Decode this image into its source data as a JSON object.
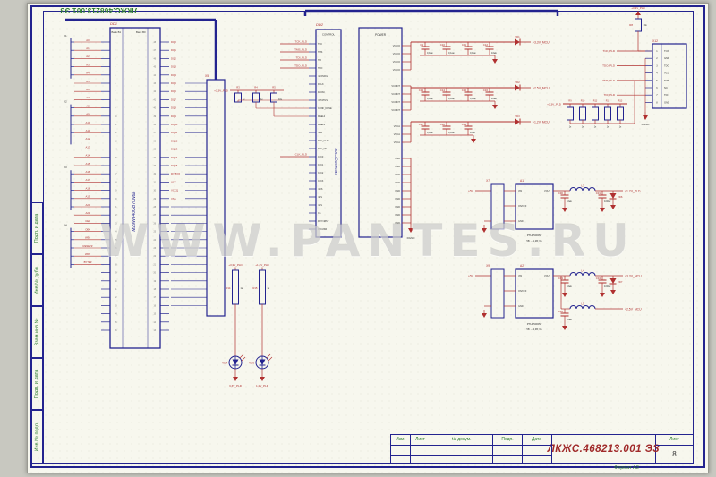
{
  "colors": {
    "navy": "#23238f",
    "red": "#b03030",
    "black": "#333333",
    "green": "#2f7d32"
  },
  "net_gnd": "DGND",
  "frame": {
    "corner_number": "ЛКЖС.468213.001 ЭЗ",
    "watermark": "WWW.PANTES.RU",
    "format_note": "Формат А3",
    "side_labels": [
      "Подп. и дата",
      "Инв.№ дубл.",
      "Взам.инв.№",
      "Подп. и дата",
      "Инв.№ подл."
    ],
    "title_block": {
      "doc_number": "ЛКЖС.468213.001 ЭЗ",
      "columns": [
        "Изм.",
        "Лист",
        "№ докум.",
        "Подп.",
        "Дата"
      ],
      "sheet_label": "Лист",
      "sheet_value": "8"
    }
  },
  "left_connectors": {
    "refs": [
      "X1",
      "X2",
      "X3",
      "X4"
    ]
  },
  "flash": {
    "ref": "DD1",
    "part": "M29W640GB70N6E",
    "banks": [
      "Bank B1",
      "Bank B0"
    ],
    "left_pins": [
      "A0",
      "A1",
      "A2",
      "A3",
      "A4",
      "A5",
      "A6",
      "A7",
      "A8",
      "A9",
      "A10",
      "A11",
      "A12",
      "A13",
      "A14",
      "A15",
      "A16",
      "A17",
      "A18",
      "A19",
      "A20",
      "A21",
      "CE#",
      "OE#",
      "WE#",
      "RESET#",
      "WP#",
      "BYTE#"
    ],
    "right_pins": [
      "DQ0",
      "DQ1",
      "DQ2",
      "DQ3",
      "DQ4",
      "DQ5",
      "DQ6",
      "DQ7",
      "DQ8",
      "DQ9",
      "DQ10",
      "DQ11",
      "DQ12",
      "DQ13",
      "DQ14",
      "DQ15",
      "RY/BY#",
      "VCC",
      "VCCQ",
      "VSS"
    ]
  },
  "bus_block": {
    "ref": "X5"
  },
  "fpga": {
    "ref": "DD2",
    "part": "EP1K50QC208",
    "sections": [
      "CONTROL",
      "POWER"
    ],
    "left_pins": [
      "TCK",
      "TMS",
      "TDI",
      "TDO",
      "nCONFIG",
      "DCLK",
      "DATA0",
      "nSTATUS",
      "CONF_DONE",
      "MSEL0",
      "MSEL1",
      "nCE",
      "DEV_CLRn",
      "DEV_OE",
      "CLK0",
      "CLK1",
      "CLK2",
      "CLK3",
      "nWS",
      "nRS",
      "nCS",
      "CS",
      "RDY/nBSY",
      "CLKUSR"
    ],
    "left_nets": [
      {
        "row": 0,
        "net": "TCK_PLD"
      },
      {
        "row": 1,
        "net": "TMS_PLD"
      },
      {
        "row": 2,
        "net": "TDI_PLD"
      },
      {
        "row": 3,
        "net": "TDO_PLD"
      },
      {
        "row": 14,
        "net": "CLK_PLD"
      }
    ],
    "power_names": {
      "io": "VCCIO",
      "core": "VCCINT",
      "aux": "VCCA",
      "gnd": "GND"
    }
  },
  "config_pullups": {
    "net": "+3,3V_PLD",
    "items": [
      {
        "ref": "R3",
        "val": "1к"
      },
      {
        "ref": "R4",
        "val": "1к"
      },
      {
        "ref": "R5",
        "val": "10к"
      }
    ]
  },
  "cap_banks": [
    {
      "net": "+3,3V_MCU",
      "diode": "VD1",
      "caps": [
        {
          "ref": "C9",
          "val": "0,1мк"
        },
        {
          "ref": "C10",
          "val": "0,1мк"
        },
        {
          "ref": "C11",
          "val": "0,1мк"
        },
        {
          "ref": "C12",
          "val": "10мк"
        }
      ]
    },
    {
      "net": "+2,5V_MCU",
      "diode": "VD2",
      "caps": [
        {
          "ref": "C13",
          "val": "0,1мк"
        },
        {
          "ref": "C14",
          "val": "0,1мк"
        },
        {
          "ref": "C15",
          "val": "0,1мк"
        },
        {
          "ref": "C16",
          "val": "10мк"
        }
      ]
    },
    {
      "net": "+1,2V_MCU",
      "diode": "VD3",
      "caps": [
        {
          "ref": "C17",
          "val": "0,1мк"
        },
        {
          "ref": "C18",
          "val": "0,1мк"
        },
        {
          "ref": "C19",
          "val": "10мк"
        }
      ]
    }
  ],
  "jtag": {
    "net_top": "+3,3V_PLD",
    "pull_res": {
      "ref": "R8",
      "val": "10к"
    },
    "conn_ref": "X12",
    "pins": [
      {
        "n": "1",
        "name": "TCK"
      },
      {
        "n": "2",
        "name": "GND"
      },
      {
        "n": "3",
        "name": "TDO"
      },
      {
        "n": "4",
        "name": "VCC"
      },
      {
        "n": "5",
        "name": "TMS"
      },
      {
        "n": "6",
        "name": "NC"
      },
      {
        "n": "7",
        "name": "TDI"
      },
      {
        "n": "8",
        "name": "GND"
      }
    ],
    "wire_nets": [
      "TCK_PLD",
      "TDO_PLD",
      "TMS_PLD",
      "TDI_PLD"
    ]
  },
  "jtag_pullups": {
    "net": "+3,3V_PLD",
    "val": "1к",
    "refs": [
      "R9",
      "R10",
      "R11",
      "R12",
      "R13"
    ]
  },
  "dcdc": [
    {
      "in_net": "+5V",
      "conn": "X7",
      "ref": "A1",
      "part": "PTH05000W",
      "caption": "5В → 1,2В; 6А",
      "pins_left": [
        "VIN",
        "ON/OFF",
        "GND"
      ],
      "pin_out": "VOUT",
      "rows": [
        {
          "coil": "L3",
          "caps": [
            {
              "ref": "C30",
              "val": "10мк"
            },
            {
              "ref": "C31",
              "val": "100мк"
            }
          ],
          "diode": "VD6",
          "net": "+1,2V_PLD"
        }
      ]
    },
    {
      "in_net": "+5V",
      "conn": "X9",
      "ref": "A2",
      "part": "PTH05000W",
      "caption": "5В → 3,3В; 6А",
      "pins_left": [
        "VIN",
        "ON/OFF",
        "GND"
      ],
      "pin_out": "VOUT",
      "rows": [
        {
          "coil": "L4",
          "caps": [
            {
              "ref": "C33",
              "val": "10мк"
            },
            {
              "ref": "C34",
              "val": "100мк"
            }
          ],
          "diode": "VD7",
          "net": "+3,3V_MCU"
        },
        {
          "coil": "L5",
          "caps": [
            {
              "ref": "C36",
              "val": "10мк"
            }
          ],
          "diode": null,
          "net": "+2,5V_MCU"
        }
      ]
    }
  ],
  "leds": [
    {
      "res_ref": "R14",
      "res_val": "1к",
      "led_ref": "VD4",
      "top_net": "+3,3V_PLD",
      "bottom_label": "3,3V_PLD"
    },
    {
      "res_ref": "R15",
      "res_val": "1к",
      "led_ref": "VD5",
      "top_net": "+1,2V_PLD",
      "bottom_label": "1,2V_PLD"
    }
  ]
}
